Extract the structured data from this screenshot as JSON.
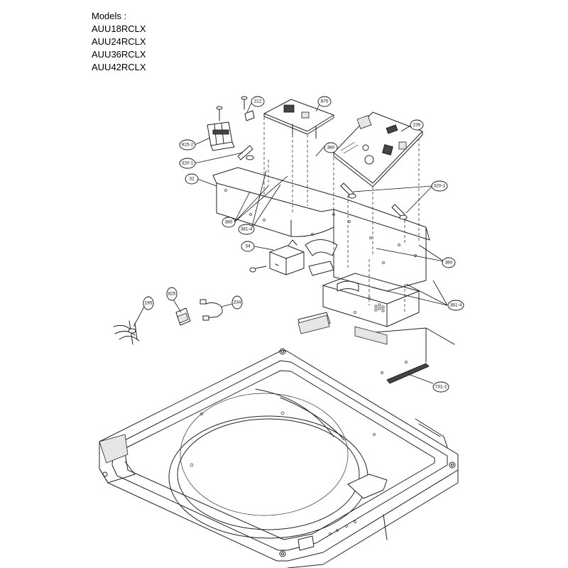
{
  "models": {
    "heading": "Models :",
    "list": [
      "AUU18RCLX",
      "AUU24RCLX",
      "AUU36RCLX",
      "AUU42RCLX"
    ]
  },
  "callouts": {
    "c212": "212",
    "c875": "875",
    "c236": "236",
    "c815_2": "815-2",
    "c320_1_left": "320-1",
    "c380_top": "380",
    "c32": "32",
    "c320_1_right": "320-1",
    "c380_left": "380",
    "c381_4_left": "381-4",
    "c34": "34",
    "c380_right": "380",
    "c381_4_right": "381-4",
    "c825": "825",
    "c195": "195",
    "c234": "234",
    "c731_2": "731-2"
  }
}
